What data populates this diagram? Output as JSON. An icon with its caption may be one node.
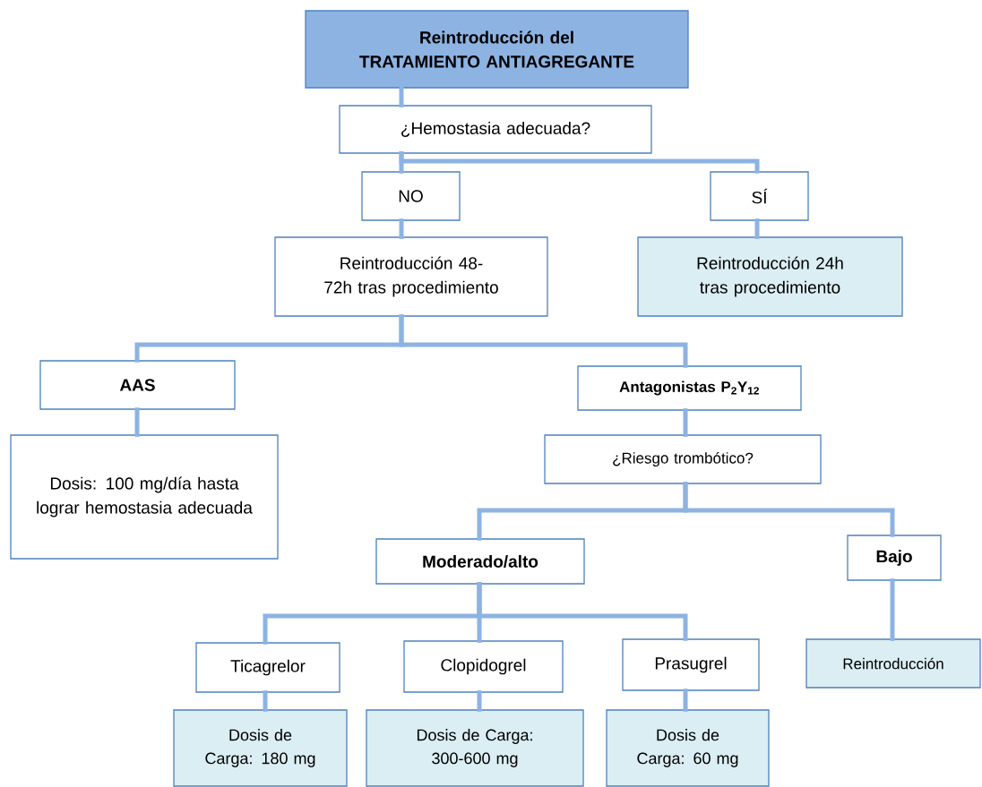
{
  "diagram": {
    "nodes": [
      {
        "text": [
          "Reintroducción del TRATAMIENTO ANTIAGREGANTE"
        ]
      },
      {
        "text": [
          "¿Hemostasia adecuada?"
        ]
      },
      {
        "text": [
          "NO"
        ]
      },
      {
        "text": [
          "SÍ"
        ]
      },
      {
        "text": [
          "Reintroducción 48-72h tras procedimiento"
        ]
      },
      {
        "text": [
          "Reintroducción 24h tras procedimiento"
        ]
      },
      {
        "text": [
          "AAS"
        ]
      },
      {
        "text": [
          "Antagonistas P$_{2}$Y$_{12}$"
        ]
      },
      {
        "text": [
          "Dosis: 100 mg/día hasta lograr hemostasia adecuada"
        ]
      },
      {
        "text": [
          "¿Riesgo trombótico?"
        ]
      },
      {
        "text": [
          "Moderado/alto"
        ]
      },
      {
        "text": [
          "Bajo"
        ]
      },
      {
        "text": [
          "Ticagrelor"
        ]
      },
      {
        "text": [
          "Clopidogrel"
        ]
      },
      {
        "text": [
          "Prasugrel"
        ]
      },
      {
        "text": [
          "Reintroducción"
        ]
      },
      {
        "text": [
          "Dosis de Carga: 180 mg"
        ]
      },
      {
        "text": [
          "Dosis de Carga: 300-600 mg"
        ]
      },
      {
        "text": [
          "Dosis de Carga:  60 mg"
        ]
      }
    ],
    "edges": [
      {
        "from": 0,
        "to": 1,
        "arrow": "none"
      },
      {
        "from": 1,
        "to": 2,
        "arrow": "none"
      },
      {
        "from": 1,
        "to": 3,
        "arrow": "none"
      },
      {
        "from": 2,
        "to": 4,
        "arrow": "none"
      },
      {
        "from": 3,
        "to": 5,
        "arrow": "none"
      },
      {
        "from": 4,
        "to": 6,
        "arrow": "none"
      },
      {
        "from": 4,
        "to": 7,
        "arrow": "none"
      },
      {
        "from": 6,
        "to": 8,
        "arrow": "none"
      },
      {
        "from": 7,
        "to": 9,
        "arrow": "none"
      },
      {
        "from": 9,
        "to": 10,
        "arrow": "none"
      },
      {
        "from": 9,
        "to": 11,
        "arrow": "none"
      },
      {
        "from": 10,
        "to": 12,
        "arrow": "none"
      },
      {
        "from": 10,
        "to": 13,
        "arrow": "none"
      },
      {
        "from": 10,
        "to": 14,
        "arrow": "none"
      },
      {
        "from": 11,
        "to": 15,
        "arrow": "none"
      },
      {
        "from": 12,
        "to": 16,
        "arrow": "none"
      },
      {
        "from": 13,
        "to": 17,
        "arrow": "none"
      },
      {
        "from": 14,
        "to": 18,
        "arrow": "none"
      }
    ]
  }
}
